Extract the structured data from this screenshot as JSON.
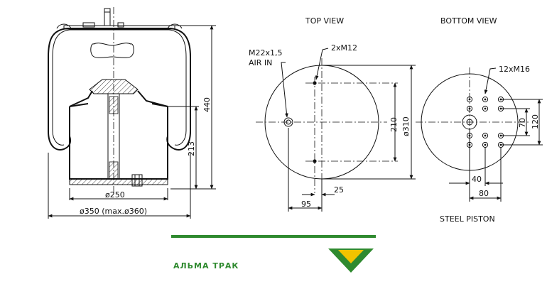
{
  "views": {
    "top_view_title": "TOP VIEW",
    "bottom_view_title": "BOTTOM VIEW",
    "piston_note": "STEEL PISTON"
  },
  "side_view": {
    "dim_piston_diameter": "ø250",
    "dim_overall_diameter": "ø350 (max.ø360)",
    "dim_height": "440",
    "dim_piston_height": "213"
  },
  "top_view": {
    "label_air_inlet_line1": "M22x1,5",
    "label_air_inlet_line2": "AIR IN",
    "label_studs": "2xM12",
    "dim_stud_spacing": "210",
    "dim_plate_diameter": "ø310",
    "dim_inlet_offset": "95",
    "dim_stud_offset": "25"
  },
  "bottom_view": {
    "label_threads": "12xM16",
    "dim_pattern_small": "70",
    "dim_pattern_large": "120",
    "dim_offset_40": "40",
    "dim_offset_80": "80"
  },
  "brand": {
    "name": "АЛЬМА ТРАК",
    "text_color": "#2f8a2f",
    "bar_color": "#2f8a2f",
    "logo_colors": [
      "#2f8a2f",
      "#f2c300"
    ]
  }
}
